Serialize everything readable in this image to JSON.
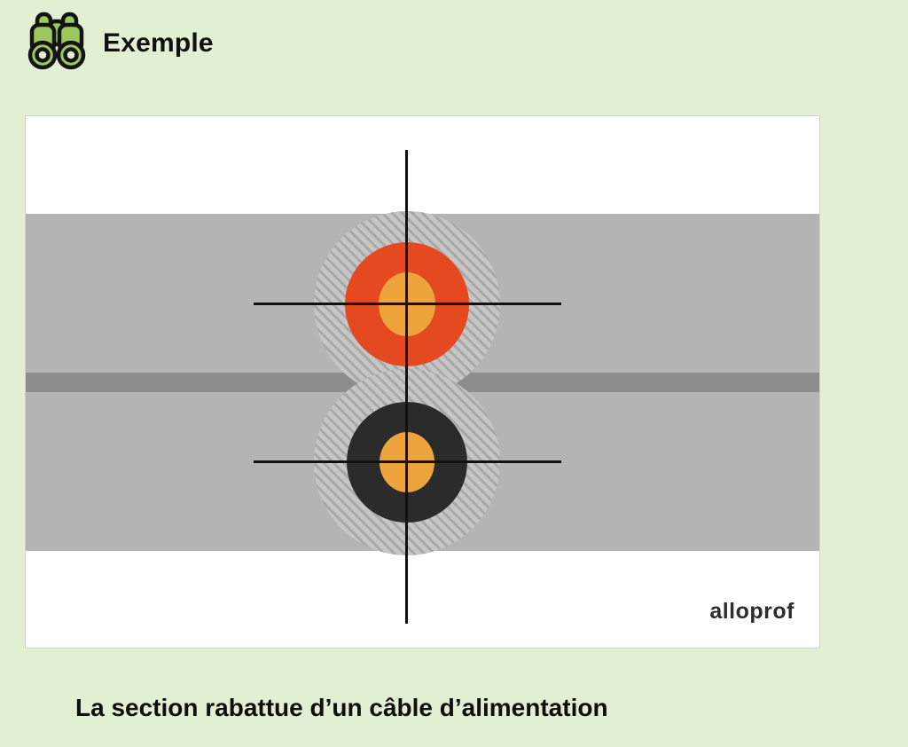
{
  "page": {
    "background": "#e1efd2"
  },
  "header": {
    "title": "Exemple"
  },
  "figure": {
    "logo_text": "alloprof",
    "colors": {
      "sheath": "#b4b4b4",
      "divider": "#8d8d8d",
      "red_jacket": "#e4491f",
      "black_jacket": "#2b2b2b",
      "conductor": "#eea43c",
      "crosshair": "#121212"
    }
  },
  "caption": "La section rabattue d’un câble d’alimentation"
}
